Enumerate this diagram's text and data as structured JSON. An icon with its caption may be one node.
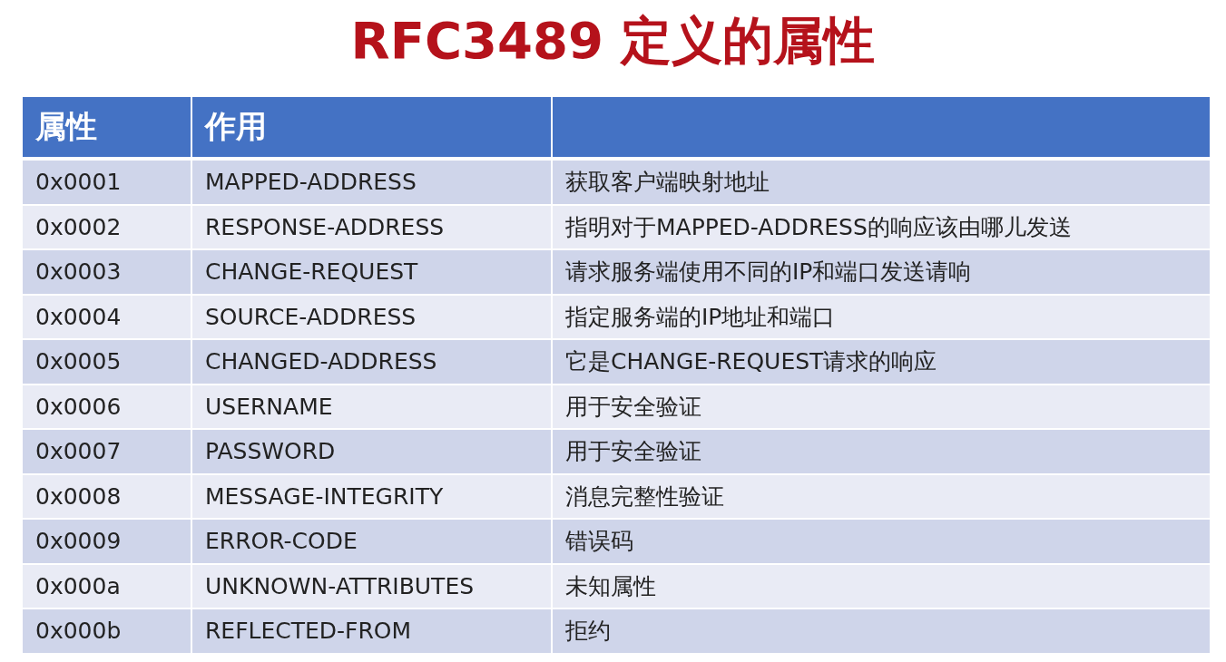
{
  "diagram": {
    "title": "RFC3489 定义的属性",
    "labels": [
      "属性",
      "作用",
      "0x0001",
      "MAPPED-ADDRESS",
      "获取客户端映射地址",
      "0x0002",
      "RESPONSE-ADDRESS",
      "指明对于MAPPED-ADDRESS的响应该由哪儿发送",
      "0x0003",
      "CHANGE-REQUEST",
      "请求服务端使用不同的IP和端口发送请响",
      "0x0004",
      "SOURCE-ADDRESS",
      "指定服务端的IP地址和端口",
      "0x0005",
      "CHANGED-ADDRESS",
      "它是CHANGE-REQUEST请求的响应",
      "0x0006",
      "USERNAME",
      "用于安全验证",
      "0x0007",
      "PASSWORD",
      "用于安全验证",
      "0x0008",
      "MESSAGE-INTEGRITY",
      "消息完整性验证",
      "0x0009",
      "ERROR-CODE",
      "错误码",
      "0x000a",
      "UNKNOWN-ATTRIBUTES",
      "未知属性",
      "0x000b",
      "REFLECTED-FROM",
      "拒约"
    ]
  }
}
